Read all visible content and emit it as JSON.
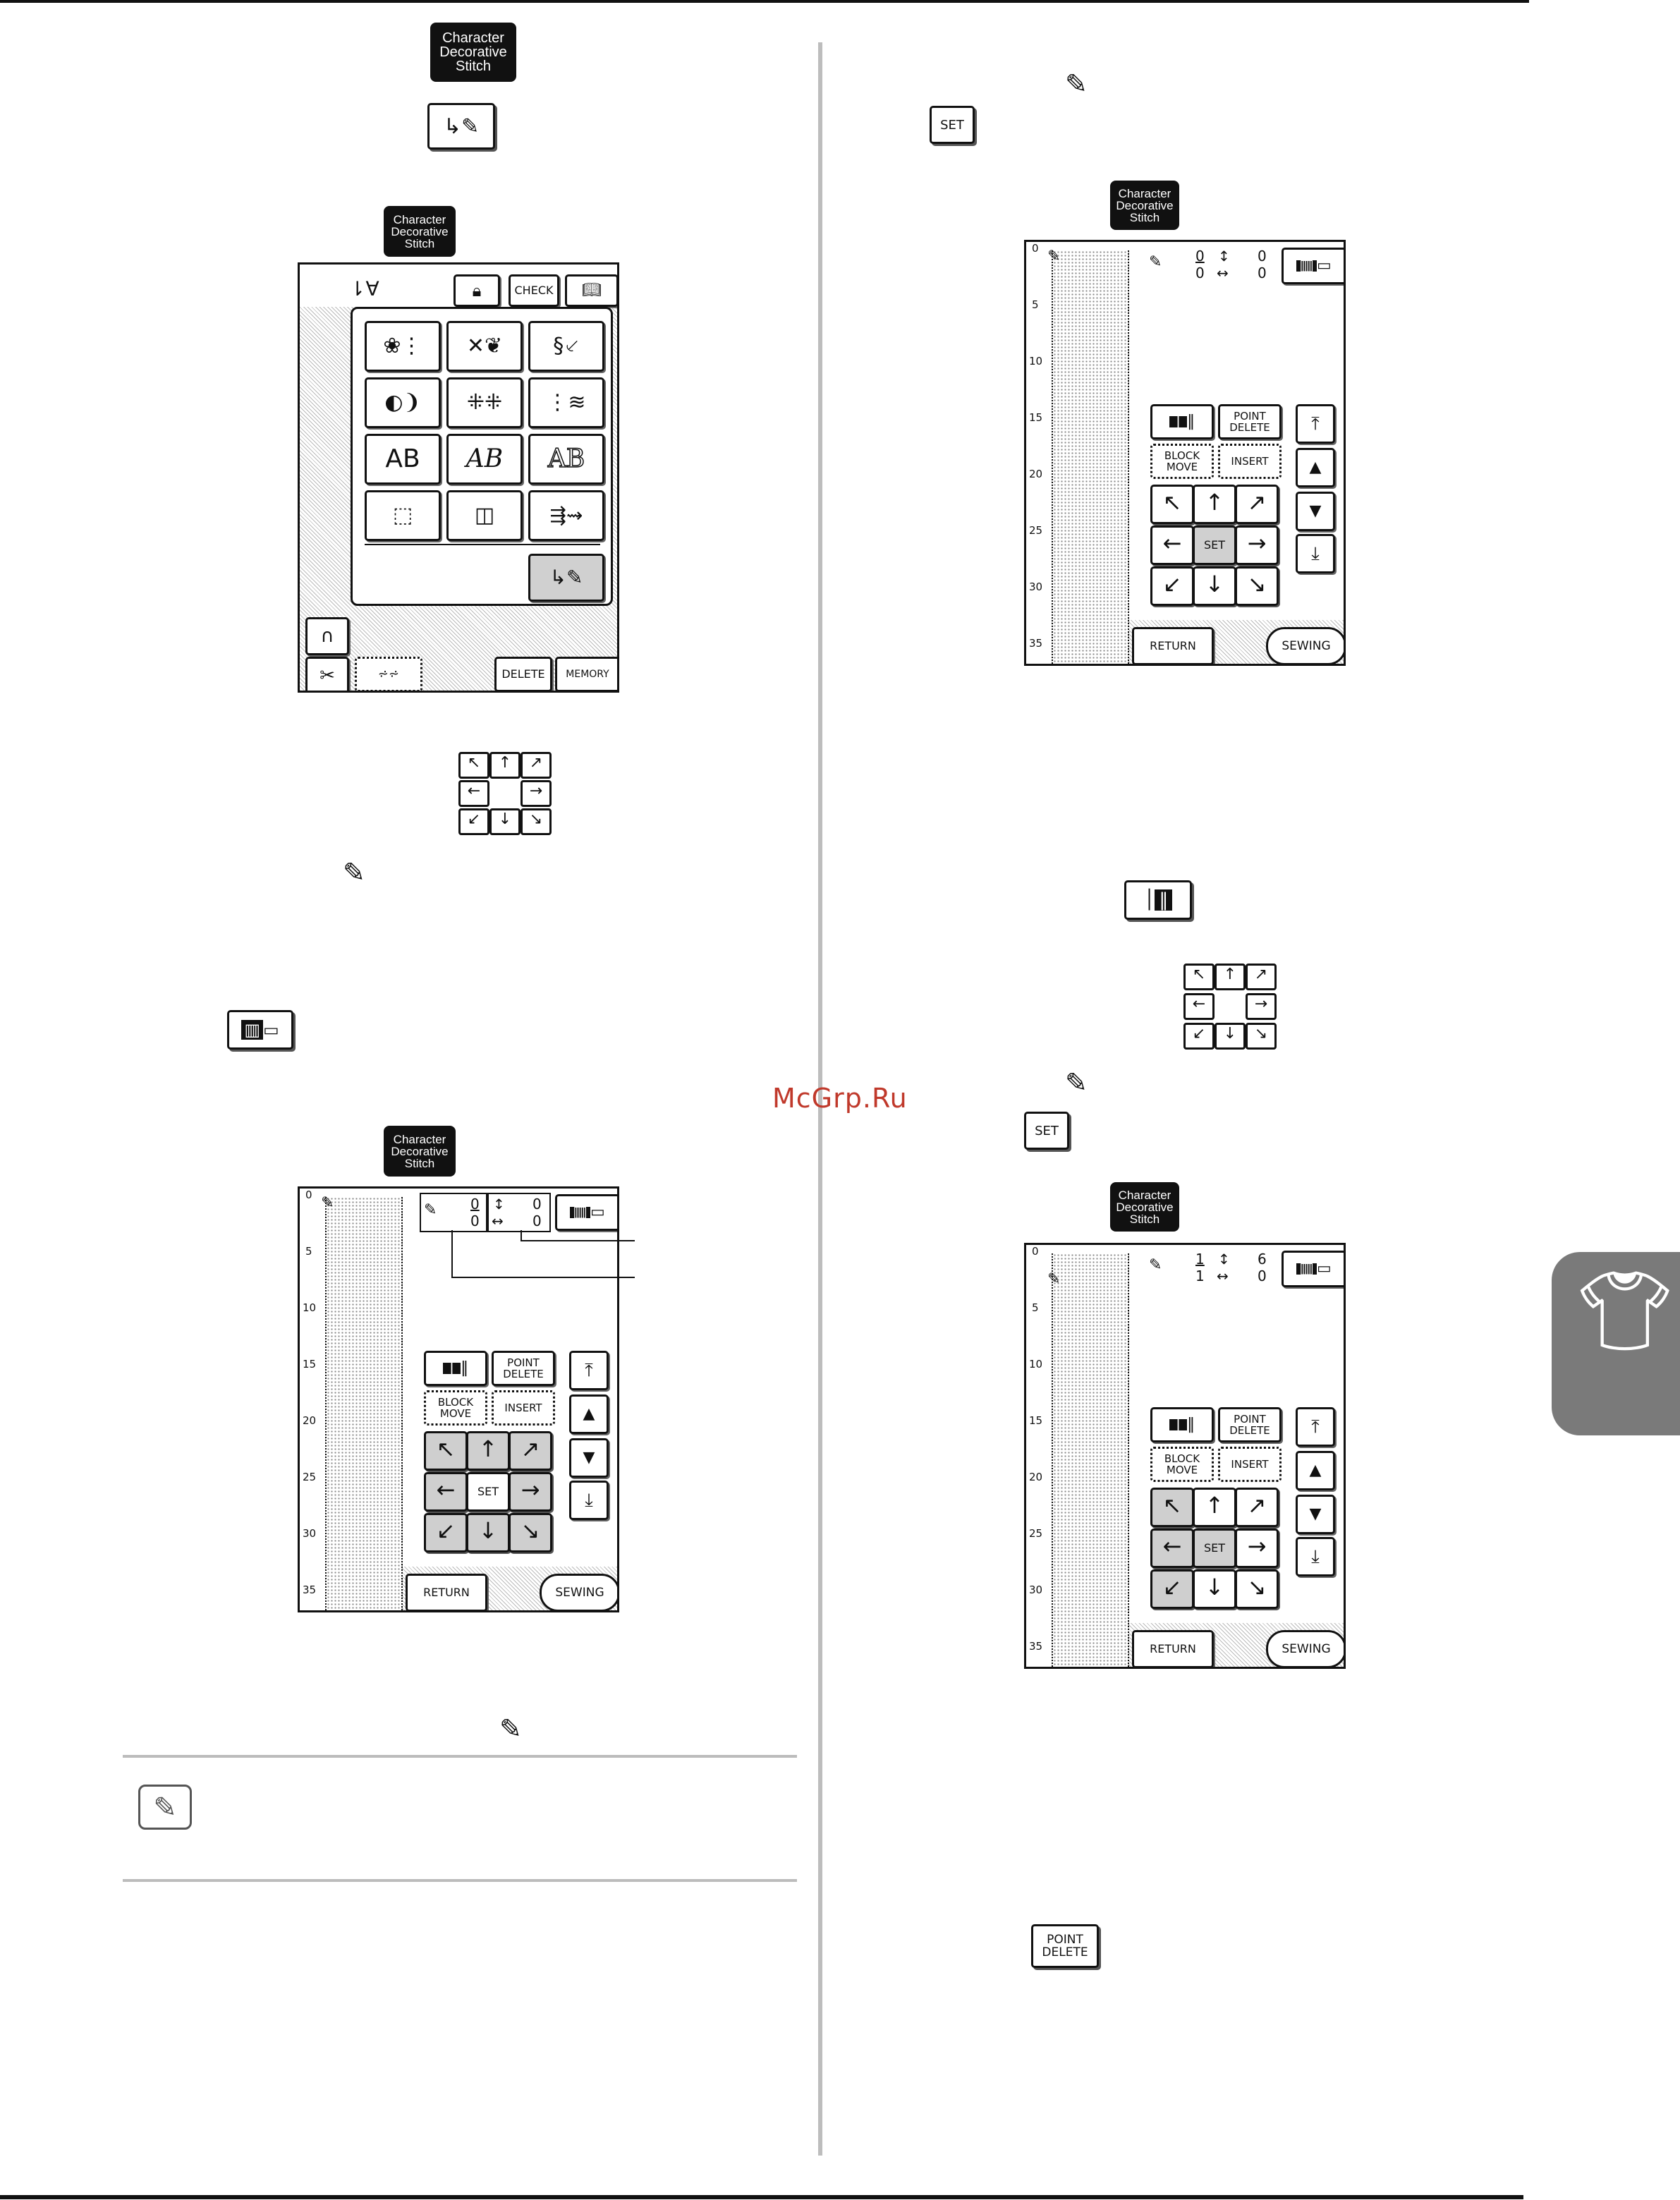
{
  "tab": {
    "line1": "Character",
    "line2": "Decorative",
    "line3": "Stitch"
  },
  "icons": {
    "edit": "pencil-edit-icon",
    "set": "SET"
  },
  "watermark": "McGrp.Ru",
  "screen1": {
    "top_buttons": [
      "CHECK"
    ],
    "grid_labels": [
      "AB",
      "AB",
      "AB"
    ],
    "bottom_buttons": {
      "delete": "DELETE",
      "memory": "MEMORY"
    }
  },
  "edit_screen": {
    "ruler": [
      "0",
      "5",
      "10",
      "15",
      "20",
      "25",
      "30",
      "35"
    ],
    "buttons": {
      "point_delete": "POINT DELETE",
      "block_move": "BLOCK MOVE",
      "insert": "INSERT",
      "set": "SET",
      "return": "RETURN",
      "sewing": "SEWING"
    },
    "readout_a": {
      "num": "0",
      "den": "0",
      "v": "0",
      "h": "0"
    },
    "readout_c": {
      "num": "1",
      "den": "1",
      "v": "6",
      "h": "0"
    }
  },
  "step_keys": {
    "set": "SET",
    "point_delete": "POINT DELETE"
  }
}
